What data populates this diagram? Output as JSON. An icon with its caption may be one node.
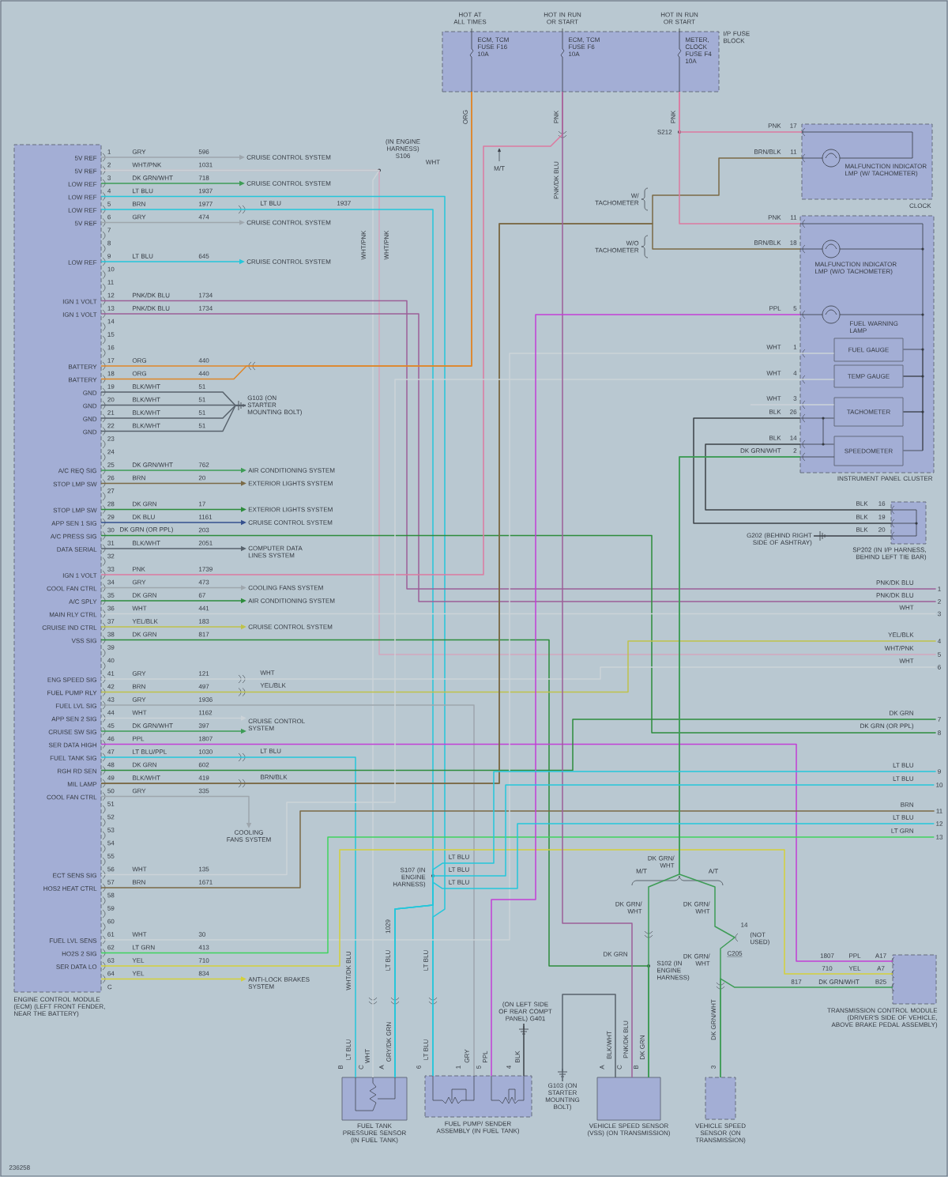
{
  "diagram": {
    "nodes": [
      {
        "text": [
          "ENGINE CONTROL MODULE (ECM) (LEFT FRONT FENDER, NEAR THE BATTERY)"
        ]
      },
      {
        "text": [
          "I/P FUSE BLOCK"
        ]
      },
      {
        "text": [
          "MALFUNCTION INDICATOR LMP (W/ TACHOMETER)",
          "CLOCK"
        ]
      },
      {
        "text": [
          "INSTRUMENT PANEL CLUSTER"
        ]
      },
      {
        "text": [
          "FUEL GAUGE"
        ],
        "in": 3
      },
      {
        "text": [
          "TEMP GAUGE"
        ],
        "in": 3
      },
      {
        "text": [
          "TACHOMETER"
        ],
        "in": 3
      },
      {
        "text": [
          "SPEEDOMETER"
        ],
        "in": 3
      },
      {
        "text": [
          "SP202 (IN I/P HARNESS, BEHIND LEFT TIE BAR)"
        ]
      },
      {
        "text": [
          "G202 (BEHIND RIGHT SIDE OF ASHTRAY)"
        ]
      },
      {
        "text": [
          "TRANSMISSION CONTROL MODULE (DRIVER'S SIDE OF VEHICLE, ABOVE BRAKE PEDAL ASSEMBLY)"
        ]
      },
      {
        "text": [
          "FUEL TANK PRESSURE SENSOR (IN FUEL TANK)"
        ]
      },
      {
        "text": [
          "FUEL PUMP/ SENDER ASSEMBLY (IN FUEL TANK)"
        ]
      },
      {
        "text": [
          "VEHICLE SPEED SENSOR (VSS) (ON TRANSMISSION)"
        ]
      },
      {
        "text": [
          "VEHICLE SPEED SENSOR (ON TRANSMISSION)"
        ]
      },
      {
        "text": [
          "G103 (ON STARTER MOUNTING BOLT)"
        ]
      },
      {
        "text": [
          "(ON LEFT SIDE OF REAR COMPT PANEL) G401"
        ]
      },
      {
        "text": [
          "G103 (ON STARTER MOUNTING BOLT)"
        ]
      },
      {
        "text": [
          "CRUISE CONTROL SYSTEM"
        ]
      },
      {
        "text": [
          "CRUISE CONTROL SYSTEM"
        ]
      },
      {
        "text": [
          "CRUISE CONTROL SYSTEM"
        ]
      },
      {
        "text": [
          "CRUISE CONTROL SYSTEM"
        ]
      },
      {
        "text": [
          "AIR CONDITIONING SYSTEM"
        ]
      },
      {
        "text": [
          "EXTERIOR LIGHTS SYSTEM"
        ]
      },
      {
        "text": [
          "EXTERIOR LIGHTS SYSTEM"
        ]
      },
      {
        "text": [
          "CRUISE CONTROL SYSTEM"
        ]
      },
      {
        "text": [
          "COMPUTER DATA LINES SYSTEM"
        ]
      },
      {
        "text": [
          "COOLING FANS SYSTEM"
        ]
      },
      {
        "text": [
          "AIR CONDITIONING SYSTEM"
        ]
      },
      {
        "text": [
          "CRUISE CONTROL SYSTEM"
        ]
      },
      {
        "text": [
          "CRUISE CONTROL SYSTEM"
        ]
      },
      {
        "text": [
          "COOLING FANS SYSTEM"
        ]
      },
      {
        "text": [
          "ANTI-LOCK BRAKES SYSTEM"
        ]
      },
      {
        "text": [
          "1"
        ]
      },
      {
        "text": [
          "2"
        ]
      },
      {
        "text": [
          "3"
        ]
      },
      {
        "text": [
          "4"
        ]
      },
      {
        "text": [
          "5"
        ]
      },
      {
        "text": [
          "6"
        ]
      },
      {
        "text": [
          "7"
        ]
      },
      {
        "text": [
          "8"
        ]
      },
      {
        "text": [
          "9"
        ]
      },
      {
        "text": [
          "10"
        ]
      },
      {
        "text": [
          "11"
        ]
      },
      {
        "text": [
          "12"
        ]
      },
      {
        "text": [
          "13"
        ]
      }
    ],
    "edges": [
      {
        "from": 0,
        "to": 18,
        "arrow": "to",
        "color": "#9ea6ad"
      },
      {
        "from": 0,
        "to": 37,
        "arrow": "none",
        "color": "#d2a6bd"
      },
      {
        "from": 0,
        "to": 11,
        "arrow": "none",
        "color": "#ccd3d8"
      },
      {
        "from": 0,
        "to": 19,
        "arrow": "to",
        "color": "#3e9c56"
      },
      {
        "from": 0,
        "to": 12,
        "arrow": "none",
        "color": "#25c6da"
      },
      {
        "from": 0,
        "to": 12,
        "arrow": "none",
        "color": "#25c6da"
      },
      {
        "from": 0,
        "to": 20,
        "arrow": "to",
        "color": "#9ea6ad"
      },
      {
        "from": 0,
        "to": 21,
        "arrow": "to",
        "color": "#25c6da"
      },
      {
        "from": 0,
        "to": 33,
        "arrow": "none",
        "color": "#9c5f98"
      },
      {
        "from": 0,
        "to": 34,
        "arrow": "none",
        "color": "#9c5f98"
      },
      {
        "from": 0,
        "to": 1,
        "arrow": "none",
        "color": "#df8628"
      },
      {
        "from": 0,
        "to": 1,
        "arrow": "none",
        "color": "#df8628"
      },
      {
        "from": 0,
        "to": 15,
        "arrow": "none",
        "color": "#58626c"
      },
      {
        "from": 0,
        "to": 15,
        "arrow": "none",
        "color": "#58626c"
      },
      {
        "from": 0,
        "to": 15,
        "arrow": "none",
        "color": "#58626c"
      },
      {
        "from": 0,
        "to": 15,
        "arrow": "none",
        "color": "#58626c"
      },
      {
        "from": 0,
        "to": 22,
        "arrow": "to",
        "color": "#3e9c56"
      },
      {
        "from": 0,
        "to": 23,
        "arrow": "to",
        "color": "#7b6a46"
      },
      {
        "from": 0,
        "to": 24,
        "arrow": "to",
        "color": "#2d8c3c"
      },
      {
        "from": 0,
        "to": 25,
        "arrow": "to",
        "color": "#35508e"
      },
      {
        "from": 0,
        "to": 40,
        "arrow": "none",
        "color": "#2d8c3c"
      },
      {
        "from": 0,
        "to": 26,
        "arrow": "to",
        "color": "#58626c"
      },
      {
        "from": 0,
        "to": 1,
        "arrow": "none",
        "color": "#dc7aa0"
      },
      {
        "from": 0,
        "to": 27,
        "arrow": "to",
        "color": "#9ea6ad"
      },
      {
        "from": 0,
        "to": 28,
        "arrow": "to",
        "color": "#2d8c3c"
      },
      {
        "from": 0,
        "to": 35,
        "arrow": "none",
        "color": "#ccd3d8"
      },
      {
        "from": 0,
        "to": 29,
        "arrow": "to",
        "color": "#bfc24a"
      },
      {
        "from": 0,
        "to": 13,
        "arrow": "none",
        "color": "#2d8c3c"
      },
      {
        "from": 0,
        "to": 38,
        "arrow": "none",
        "color": "#ccd3d8"
      },
      {
        "from": 0,
        "to": 36,
        "arrow": "none",
        "color": "#bfc24a"
      },
      {
        "from": 0,
        "to": 12,
        "arrow": "none",
        "color": "#9ea6ad"
      },
      {
        "from": 0,
        "to": 30,
        "arrow": "to",
        "color": "#ccd3d8"
      },
      {
        "from": 0,
        "to": 30,
        "arrow": "to",
        "color": "#3e9c56"
      },
      {
        "from": 0,
        "to": 10,
        "arrow": "none",
        "color": "#c23fd6"
      },
      {
        "from": 0,
        "to": 11,
        "arrow": "none",
        "color": "#25c6da"
      },
      {
        "from": 0,
        "to": 39,
        "arrow": "none",
        "color": "#2d8c3c"
      },
      {
        "from": 0,
        "to": 2,
        "arrow": "none",
        "color": "#7b6a46"
      },
      {
        "from": 0,
        "to": 3,
        "arrow": "none",
        "color": "#7b6a46"
      },
      {
        "from": 0,
        "to": 31,
        "arrow": "to",
        "color": "#9ea6ad"
      },
      {
        "from": 0,
        "to": 5,
        "arrow": "none",
        "color": "#ccd3d8"
      },
      {
        "from": 0,
        "to": 43,
        "arrow": "none",
        "color": "#7b6a46"
      },
      {
        "from": 0,
        "to": 4,
        "arrow": "none",
        "color": "#ccd3d8"
      },
      {
        "from": 0,
        "to": 45,
        "arrow": "none",
        "color": "#3fd35e"
      },
      {
        "from": 0,
        "to": 10,
        "arrow": "none",
        "color": "#d4d03a"
      },
      {
        "from": 0,
        "to": 32,
        "arrow": "to",
        "color": "#d4d03a"
      },
      {
        "from": 1,
        "to": 2,
        "arrow": "none",
        "color": "#dc7aa0"
      },
      {
        "from": 1,
        "to": 3,
        "arrow": "none",
        "color": "#dc7aa0"
      },
      {
        "from": 1,
        "to": 13,
        "arrow": "none",
        "color": "#9c5f98"
      },
      {
        "from": 3,
        "to": 12,
        "arrow": "none",
        "color": "#c23fd6"
      },
      {
        "from": 3,
        "to": 8,
        "arrow": "none",
        "color": "#3c4147"
      },
      {
        "from": 3,
        "to": 8,
        "arrow": "none",
        "color": "#3c4147"
      },
      {
        "from": 9,
        "to": 8,
        "arrow": "none",
        "color": "#3c4147"
      },
      {
        "from": 3,
        "to": 13,
        "arrow": "none",
        "color": "#3e9c56"
      },
      {
        "from": 3,
        "to": 14,
        "arrow": "none",
        "color": "#3e9c56"
      },
      {
        "from": 14,
        "to": 10,
        "arrow": "none",
        "color": "#3e9c56"
      },
      {
        "from": 12,
        "to": 16,
        "arrow": "none",
        "color": "#3c4147"
      },
      {
        "from": 13,
        "to": 17,
        "arrow": "none",
        "color": "#58626c"
      },
      {
        "from": 41,
        "to": 11,
        "arrow": "none",
        "color": "#25c6da"
      },
      {
        "from": 42,
        "to": 11,
        "arrow": "none",
        "color": "#25c6da"
      },
      {
        "from": 44,
        "to": 11,
        "arrow": "none",
        "color": "#25c6da"
      },
      {
        "from": null,
        "to": 6,
        "arrow": "none",
        "color": "#ccd3d8"
      },
      {
        "from": 4,
        "to": 5,
        "arrow": "none",
        "color": "#353a42"
      },
      {
        "from": 5,
        "to": 6,
        "arrow": "none",
        "color": "#353a42"
      },
      {
        "from": 6,
        "to": 7,
        "arrow": "none",
        "color": "#353a42"
      },
      {
        "from": 6,
        "to": 7,
        "arrow": "none",
        "color": "#353a42"
      }
    ],
    "labels": [
      "5V REF",
      "1",
      "GRY",
      "596",
      "5V REF",
      "2",
      "WHT/PNK",
      "1031",
      "LOW REF",
      "3",
      "DK GRN/WHT",
      "718",
      "LOW REF",
      "4",
      "LT BLU",
      "1937",
      "LOW REF",
      "5",
      "BRN",
      "1977",
      "5V REF",
      "6",
      "GRY",
      "474",
      "7",
      "8",
      "LOW REF",
      "9",
      "LT BLU",
      "645",
      "10",
      "11",
      "IGN 1 VOLT",
      "12",
      "PNK/DK BLU",
      "1734",
      "IGN 1 VOLT",
      "13",
      "PNK/DK BLU",
      "1734",
      "14",
      "15",
      "16",
      "BATTERY",
      "17",
      "ORG",
      "440",
      "BATTERY",
      "18",
      "ORG",
      "440",
      "GND",
      "19",
      "BLK/WHT",
      "51",
      "GND",
      "20",
      "BLK/WHT",
      "51",
      "GND",
      "21",
      "BLK/WHT",
      "51",
      "GND",
      "22",
      "BLK/WHT",
      "51",
      "23",
      "24",
      "A/C REQ SIG",
      "25",
      "DK GRN/WHT",
      "762",
      "STOP LMP SW",
      "26",
      "BRN",
      "20",
      "27",
      "STOP LMP SW",
      "28",
      "DK GRN",
      "17",
      "APP SEN 1 SIG",
      "29",
      "DK BLU",
      "1161",
      "A/C PRESS SIG",
      "30",
      "DK GRN (OR PPL)",
      "203",
      "DATA SERIAL",
      "31",
      "BLK/WHT",
      "2051",
      "32",
      "IGN 1 VOLT",
      "33",
      "PNK",
      "1739",
      "COOL FAN CTRL",
      "34",
      "GRY",
      "473",
      "A/C SPLY",
      "35",
      "DK GRN",
      "67",
      "MAIN RLY CTRL",
      "36",
      "WHT",
      "441",
      "CRUISE IND CTRL",
      "37",
      "YEL/BLK",
      "183",
      "VSS SIG",
      "38",
      "DK GRN",
      "817",
      "39",
      "40",
      "ENG SPEED SIG",
      "41",
      "GRY",
      "121",
      "FUEL PUMP RLY",
      "42",
      "BRN",
      "497",
      "FUEL LVL SIG",
      "43",
      "GRY",
      "1936",
      "APP SEN 2 SIG",
      "44",
      "WHT",
      "1162",
      "CRUISE SW SIG",
      "45",
      "DK GRN/WHT",
      "397",
      "SER DATA HIGH",
      "46",
      "PPL",
      "1807",
      "FUEL TANK SIG",
      "47",
      "LT BLU/PPL",
      "1030",
      "RGH RD SEN",
      "48",
      "DK GRN",
      "602",
      "MIL LAMP",
      "49",
      "BLK/WHT",
      "419",
      "COOL FAN CTRL",
      "50",
      "GRY",
      "335",
      "51",
      "52",
      "53",
      "54",
      "55",
      "ECT SENS SIG",
      "56",
      "WHT",
      "135",
      "HOS2 HEAT CTRL",
      "57",
      "BRN",
      "1671",
      "58",
      "59",
      "60",
      "FUEL LVL SENS",
      "61",
      "WHT",
      "30",
      "HO2S 2 SIG",
      "62",
      "LT GRN",
      "413",
      "SER DATA LO",
      "63",
      "YEL",
      "710",
      "64",
      "YEL",
      "834",
      "C",
      "HOT AT ALL TIMES",
      "HOT IN RUN OR START",
      "HOT IN RUN OR START",
      "ECM, TCM FUSE F16 10A",
      "ECM, TCM FUSE F6 10A",
      "METER, CLOCK FUSE F4 10A",
      "ORG",
      "PNK",
      "PNK",
      "M/T",
      "PNK/DK BLU",
      "S212",
      "PNK",
      "17",
      "BRN/BLK",
      "11",
      "W/ TACHOMETER",
      "W/O TACHOMETER",
      "PNK",
      "11",
      "BRN/BLK",
      "18",
      "MALFUNCTION INDICATOR LMP (W/O TACHOMETER)",
      "PPL",
      "5",
      "FUEL WARNING LAMP",
      "WHT",
      "1",
      "WHT",
      "4",
      "WHT",
      "3",
      "BLK",
      "26",
      "BLK",
      "14",
      "DK GRN/WHT",
      "2",
      "BLK",
      "16",
      "BLK",
      "19",
      "BLK",
      "20",
      "(IN ENGINE HARNESS) S106",
      "WHT",
      "WHT/PNK",
      "WHT/PNK",
      "LT BLU",
      "1937",
      "WHT",
      "YEL/BLK",
      "LT BLU",
      "BRN/BLK",
      "PNK/DK BLU",
      "PNK/DK BLU",
      "WHT",
      "YEL/BLK",
      "WHT/PNK",
      "WHT",
      "DK GRN",
      "DK GRN (OR PPL)",
      "LT BLU",
      "LT BLU",
      "BRN",
      "LT BLU",
      "LT GRN",
      "DK GRN/ WHT",
      "M/T",
      "A/T",
      "DK GRN/ WHT",
      "DK GRN/ WHT",
      "14",
      "(NOT USED)",
      "DK GRN",
      "C205",
      "DK GRN/ WHT",
      "S102 (IN ENGINE HARNESS)",
      "1807",
      "PPL",
      "A17",
      "710",
      "YEL",
      "A7",
      "817",
      "DK GRN/WHT",
      "B25",
      "S107 (IN ENGINE HARNESS)",
      "LT BLU",
      "LT BLU",
      "LT BLU",
      "WHT/DK BLU",
      "1029",
      "LT BLU",
      "LT BLU",
      "DK GRN/WHT",
      "B",
      "LT BLU",
      "C",
      "WHT",
      "A",
      "GRY/DK GRN",
      "6",
      "LT BLU",
      "1",
      "GRY",
      "5",
      "PPL",
      "4",
      "BLK",
      "A",
      "BLK/WHT",
      "C",
      "PNK/DK BLU",
      "B",
      "DK GRN",
      "3",
      "236258"
    ]
  }
}
